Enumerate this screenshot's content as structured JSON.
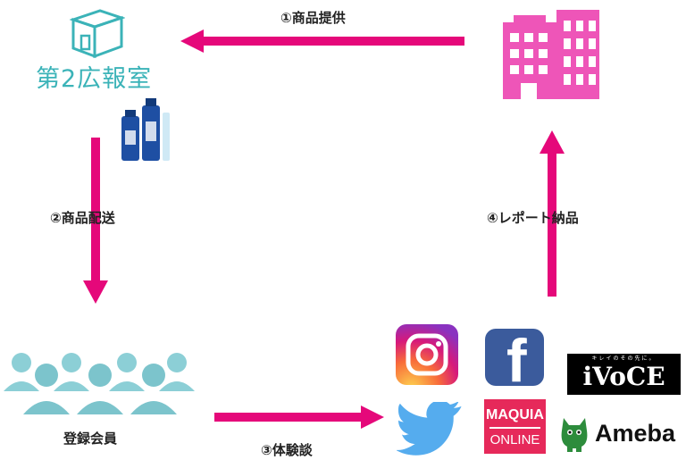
{
  "steps": {
    "step1": "①商品提供",
    "step2": "②商品配送",
    "step3": "③体験談",
    "step4": "④レポート納品"
  },
  "logo": {
    "text": "第2広報室"
  },
  "members": {
    "label": "登録会員"
  },
  "media": {
    "ivoce_top": "キレイのその先に。",
    "ivoce": "iVoCE",
    "maquia_line1": "MAQUIA",
    "maquia_line2": "ONLINE",
    "ameba": "Ameba",
    "facebook_letter": "f"
  },
  "colors": {
    "arrow": "#e5087a",
    "building": "#ee55b8",
    "teal": "#3bb3b8",
    "people": "#8ccfd6",
    "bottle": "#1e4fa3"
  }
}
